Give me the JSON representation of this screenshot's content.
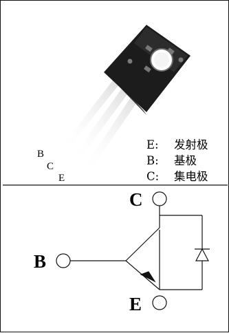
{
  "package_pins": [
    "B",
    "C",
    "E"
  ],
  "legend": [
    {
      "code": "E:",
      "meaning": "发射极"
    },
    {
      "code": "B:",
      "meaning": "基极"
    },
    {
      "code": "C:",
      "meaning": "集电极"
    }
  ],
  "schematic": {
    "collector_label": "C",
    "base_label": "B",
    "emitter_label": "E"
  },
  "colors": {
    "line": "#111111",
    "package_body": "#1c1c1c",
    "leads": "#e4e4e4"
  }
}
